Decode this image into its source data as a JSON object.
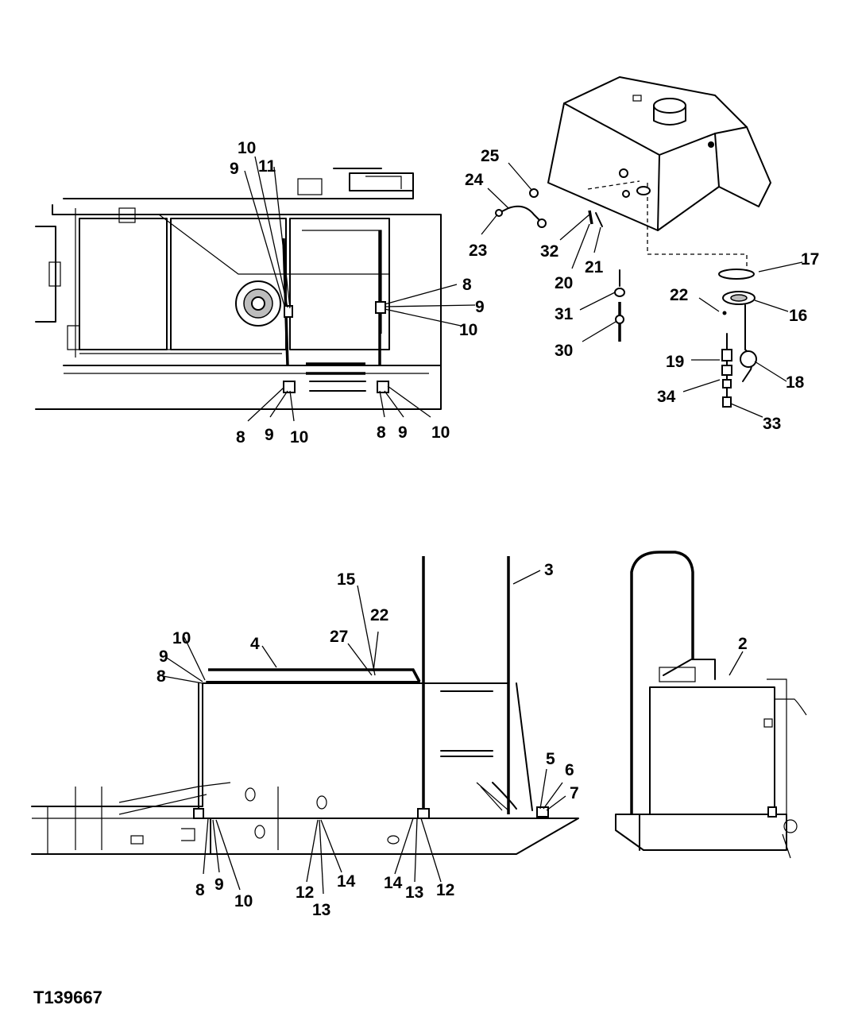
{
  "figure_id": "T139667",
  "callouts": [
    "2",
    "3",
    "4",
    "5",
    "6",
    "7",
    "8",
    "9",
    "10",
    "11",
    "12",
    "13",
    "14",
    "15",
    "16",
    "17",
    "18",
    "19",
    "20",
    "21",
    "22",
    "23",
    "24",
    "25",
    "27",
    "30",
    "31",
    "32",
    "33",
    "34"
  ]
}
